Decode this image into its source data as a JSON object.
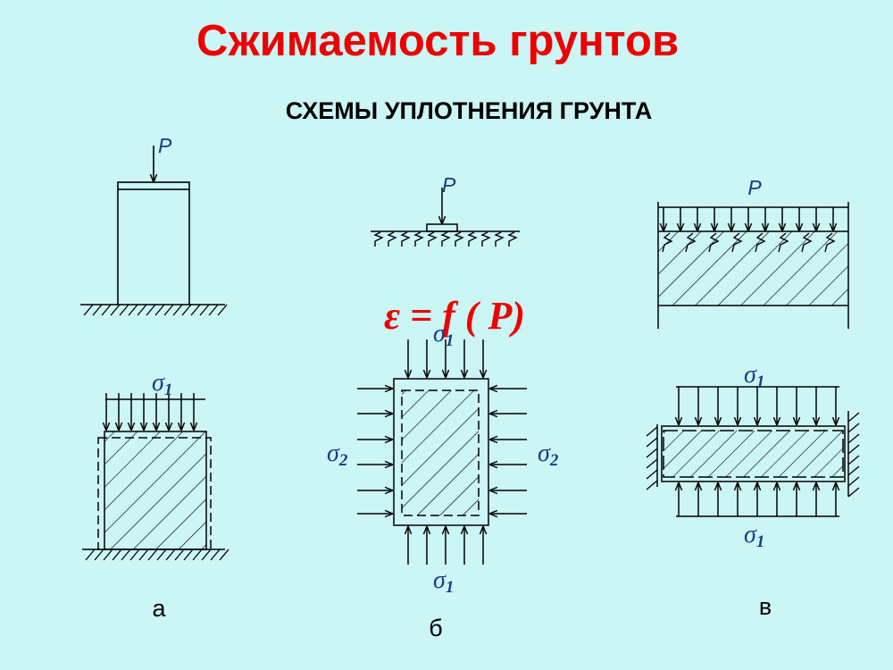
{
  "title": "Сжимаемость грунтов",
  "subtitle": "СХЕМЫ УПЛОТНЕНИЯ ГРУНТА",
  "formula": "ε = f ( P)",
  "load_label": "P",
  "stress_symbol": "σ",
  "stress_index_1": "1",
  "stress_index_2": "2",
  "captions": {
    "a": "а",
    "b": "б",
    "v": "в"
  },
  "colors": {
    "background": "#ccf5f5",
    "title": "#ee0000",
    "labels": "#1a3a8a",
    "lines": "#000000"
  }
}
